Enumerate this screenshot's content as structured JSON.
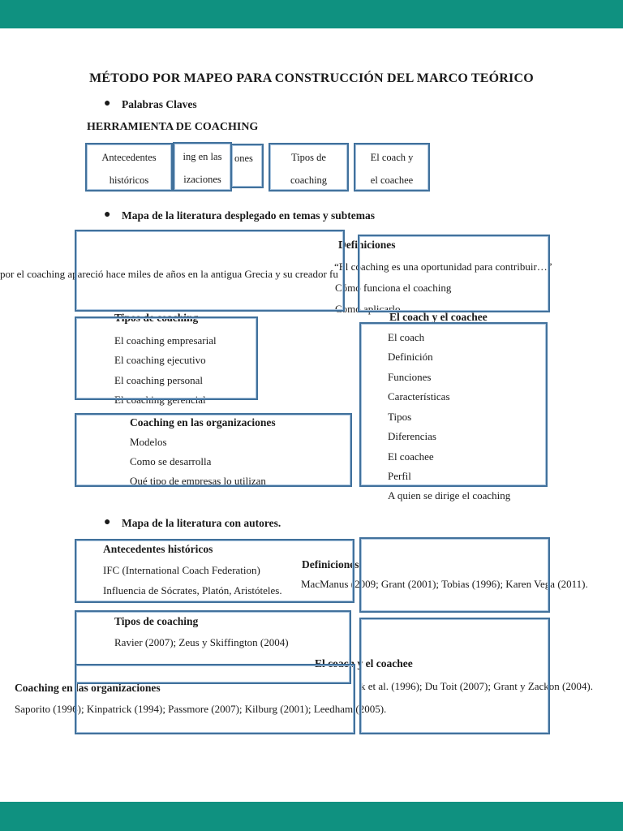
{
  "doc": {
    "title": "MÉTODO POR MAPEO PARA CONSTRUCCIÓN DEL MARCO TEÓRICO",
    "bullet_keywords": "Palabras Claves",
    "section_tool": "HERRAMIENTA DE COACHING",
    "bullet_map_topics": "Mapa de la literatura desplegado en temas y subtemas",
    "bullet_map_authors": "Mapa de la literatura con autores."
  },
  "keyword_boxes": [
    {
      "line1": "Antecedentes",
      "line2": "históricos"
    },
    {
      "line1": "ing en las",
      "line2": "izaciones"
    },
    {
      "line1": "ones",
      "line2": ""
    },
    {
      "line1": "Tipos de",
      "line2": "coaching"
    },
    {
      "line1": "El coach y",
      "line2": "el coachee"
    }
  ],
  "map_temas": {
    "overflow_line": "por el coaching apareció hace miles de años en la antigua Grecia y su creador fu",
    "definiciones": {
      "title": "Definiciones",
      "quote": "“El coaching es una oportunidad para contribuir…”",
      "item2": "Cómo funciona el coaching",
      "item3": "Como aplicarlo"
    },
    "coach_coachee": {
      "title": "El coach y el coachee",
      "items": [
        "El coach",
        "Definición",
        "Funciones",
        "Características",
        "Tipos",
        "Diferencias",
        "El coachee",
        "Perfil"
      ],
      "footer": "A quien se dirige el coaching"
    },
    "tipos": {
      "title": "Tipos de coaching",
      "items": [
        "El coaching empresarial",
        "El coaching ejecutivo",
        "El coaching personal",
        "El coaching gerencial"
      ]
    },
    "organizaciones": {
      "title": "Coaching en las organizaciones",
      "items": [
        "Modelos",
        "Como se desarrolla",
        "Qué tipo de empresas lo utilizan"
      ]
    }
  },
  "map_autores": {
    "antecedentes": {
      "title": "Antecedentes históricos",
      "item1": "IFC (International Coach Federation)",
      "item2": "Influencia de Sócrates, Platón, Aristóteles."
    },
    "definiciones": {
      "title": "Definiciones",
      "authors": "MacManus (2009; Grant (2001); Tobias (1996); Karen Vega (2011)."
    },
    "tipos": {
      "title": "Tipos de coaching",
      "authors": "Ravier (2007); Zeus y Skiffington (2004)"
    },
    "coach_coachee": {
      "title": "El coach y el coachee",
      "authors": "k et al. (1996); Du Toit (2007); Grant y Zackon (2004)."
    },
    "organizaciones": {
      "title": "Coaching en las organizaciones",
      "authors": "Saporito (1996); Kinpatrick (1994); Passmore (2007); Kilburg (2001); Leedham (2005)."
    }
  },
  "colors": {
    "viewer_bar": "#0f9180",
    "box_border": "#41719c",
    "box_inner": "#a9c4de"
  }
}
